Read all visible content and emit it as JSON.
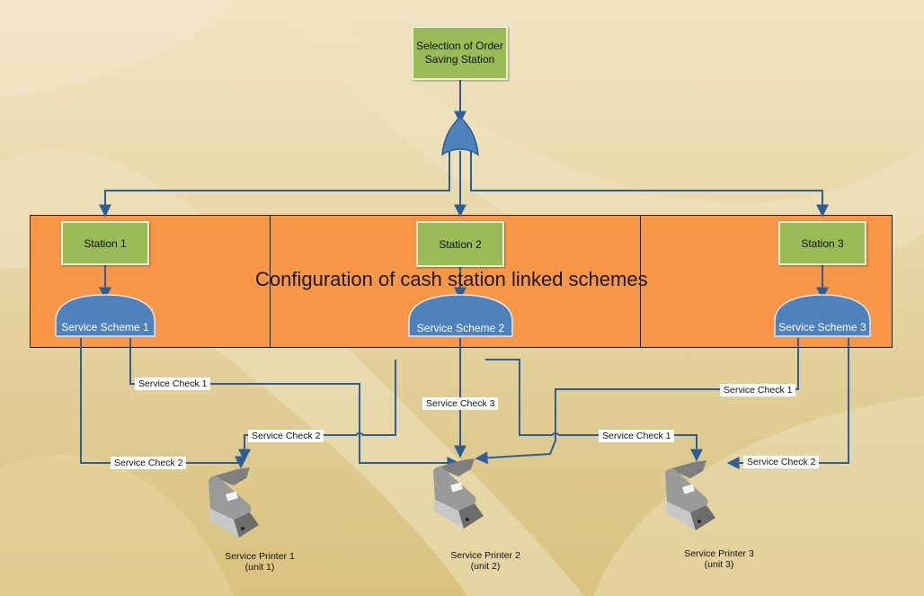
{
  "top_box": "Selection of Order Saving Station",
  "band_title": "Configuration of cash station linked schemes",
  "stations": [
    "Station 1",
    "Station 2",
    "Station 3"
  ],
  "schemes": [
    "Service Scheme 1",
    "Service Scheme 2",
    "Service Scheme 3"
  ],
  "checks": {
    "s1_c1": "Service Check 1",
    "s1_c2": "Service Check 2",
    "s2_c2": "Service Check 2",
    "s2_c3": "Service Check 3",
    "s2_c1": "Service Check 1",
    "s3_c1": "Service Check 1",
    "s3_c2": "Service Check 2"
  },
  "printers": [
    {
      "name": "Service Printer 1",
      "unit": "(unit 1)"
    },
    {
      "name": "Service Printer 2",
      "unit": "(unit 2)"
    },
    {
      "name": "Service Printer 3",
      "unit": "(unit 3)"
    }
  ],
  "colors": {
    "background": "#e9d9a6",
    "station_fill": "#9bbb59",
    "panel_fill": "#f79646",
    "scheme_fill": "#4f81bd",
    "connector": "#2e5e9a"
  }
}
